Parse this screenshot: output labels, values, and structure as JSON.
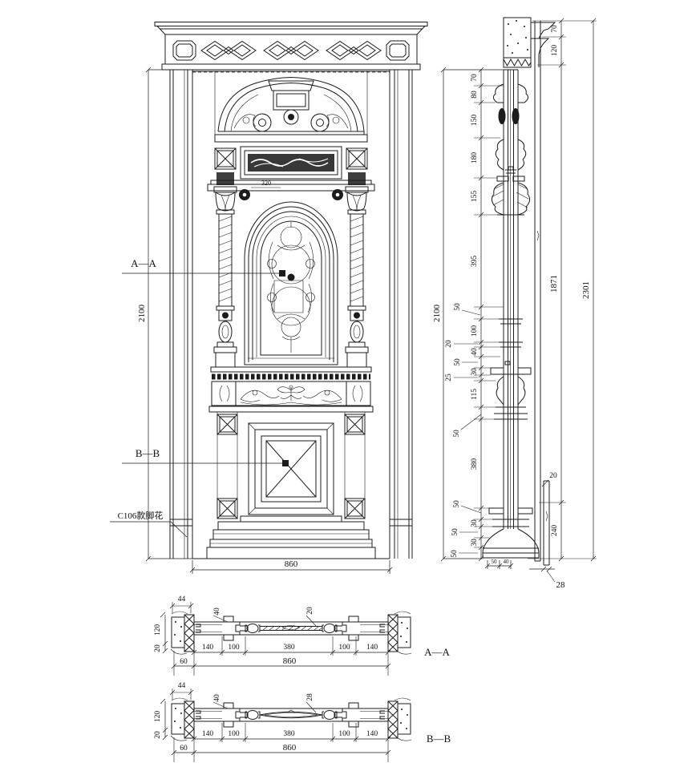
{
  "drawing": {
    "front": {
      "door_height": "2100",
      "door_width": "860",
      "arch_note": "320",
      "marker_a": "A—A",
      "marker_b": "B—B",
      "foot_note": "C106款脚花"
    },
    "side": {
      "door_height": "2100",
      "leaf_height": "1871",
      "overall_height": "2301",
      "head_top": "70",
      "head_board": "120",
      "casing_step": "20",
      "casing_bottom": "240",
      "casing_thickness": "28",
      "chain": [
        "70",
        "80",
        "150",
        "180",
        "155",
        "395",
        "50",
        "100",
        "20",
        "40",
        "50",
        "30",
        "25",
        "115",
        "50",
        "380",
        "50",
        "30",
        "50",
        "30",
        "50"
      ],
      "leaf_thickness": [
        "50",
        "40"
      ]
    },
    "section_a": {
      "title": "A—A",
      "jamb_depth": "44",
      "rebate": "40",
      "center_cut": "20",
      "jamb_width": "120",
      "jamb_lip": "20",
      "stile_offset": "60",
      "widths": [
        "140",
        "100",
        "380",
        "100",
        "140"
      ],
      "leaf_width": "860"
    },
    "section_b": {
      "title": "B—B",
      "jamb_depth": "44",
      "rebate": "40",
      "center_cut": "28",
      "jamb_width": "120",
      "jamb_lip": "20",
      "stile_offset": "60",
      "widths": [
        "140",
        "100",
        "380",
        "100",
        "140"
      ],
      "leaf_width": "860"
    }
  }
}
